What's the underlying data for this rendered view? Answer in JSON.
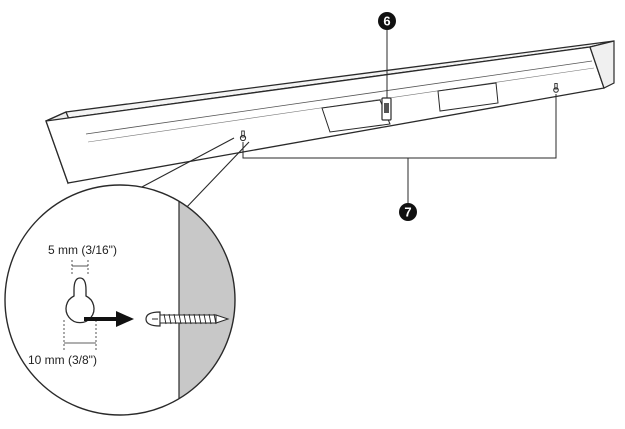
{
  "callouts": {
    "top": "6",
    "bottom": "7"
  },
  "dimensions": {
    "slot_width": "5 mm (3/16\")",
    "head_width": "10 mm (3/8\")"
  },
  "colors": {
    "line": "#2a2a2a",
    "wall": "#c8c8c8",
    "bar_top": "#f4f4f4",
    "bar_front": "#ffffff",
    "bar_end": "#ececec",
    "callout_fill": "#111111"
  },
  "icons": [
    "keyhole-slot-icon",
    "screw-icon",
    "arrow-right-icon"
  ]
}
